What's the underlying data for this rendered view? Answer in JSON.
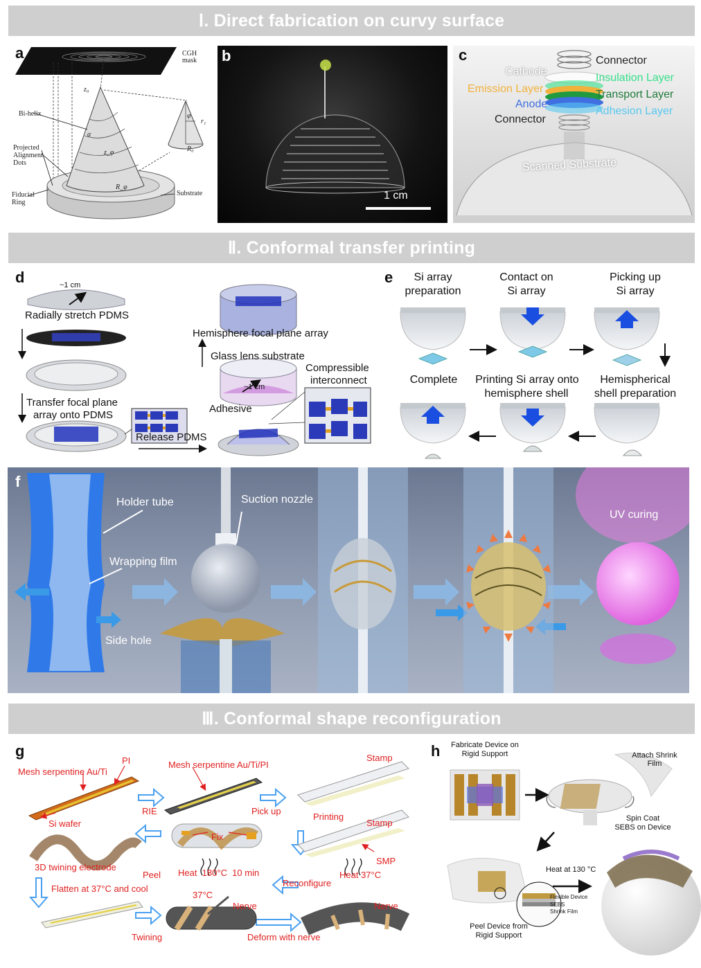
{
  "sections": {
    "s1": "Ⅰ. Direct fabrication on curvy surface",
    "s2": "Ⅱ. Conformal transfer printing",
    "s3": "Ⅲ. Conformal shape reconfiguration"
  },
  "panel_letters": {
    "a": "a",
    "b": "b",
    "c": "c",
    "d": "d",
    "e": "e",
    "f": "f",
    "g": "g",
    "h": "h"
  },
  "panel_a": {
    "cgh_mask_1": "CGH",
    "cgh_mask_2": "mask",
    "bi_helix": "Bi-helix",
    "projected_1": "Projected",
    "projected_2": "Alignment",
    "projected_3": "Dots",
    "fiducial_1": "Fiducial",
    "fiducial_2": "Ring",
    "substrate": "Substrate",
    "z0": "z₀",
    "zphi": "z_φ",
    "rphi": "R_φ",
    "alpha": "α",
    "r1": "r₁",
    "r0": "R₀",
    "phi": "φ"
  },
  "panel_b": {
    "scale": "1 cm"
  },
  "panel_c": {
    "connector_top": "Connector",
    "cathode": "Cathode",
    "insulation": "Insulation Layer",
    "emission": "Emission Layer",
    "transport": "Transport Layer",
    "anode": "Anode",
    "adhesion": "Adhesion Layer",
    "connector_bottom": "Connector",
    "scanned": "Scanned Substrate"
  },
  "panel_d": {
    "one_cm_1": "~1 cm",
    "radially": "Radially stretch PDMS",
    "transfer_1": "Transfer focal plane",
    "transfer_2": "array onto PDMS",
    "release": "Release PDMS",
    "hemisphere_fpa": "Hemisphere focal plane array",
    "glass": "Glass lens substrate",
    "one_cm_2": "~1 cm",
    "adhesive": "Adhesive",
    "compressible_1": "Compressible",
    "compressible_2": "interconnect"
  },
  "panel_e": {
    "step1_1": "Si array",
    "step1_2": "preparation",
    "step2_1": "Contact on",
    "step2_2": "Si array",
    "step3_1": "Picking up",
    "step3_2": "Si array",
    "step4_1": "Complete",
    "step5_1": "Printing Si array onto",
    "step5_2": "hemisphere shell",
    "step6_1": "Hemispherical",
    "step6_2": "shell preparation"
  },
  "panel_f": {
    "holder_tube": "Holder tube",
    "suction_nozzle": "Suction nozzle",
    "wrapping_film": "Wrapping film",
    "side_hole": "Side hole",
    "uv_curing": "UV curing"
  },
  "panel_g": {
    "pi": "PI",
    "mesh_au_ti": "Mesh serpentine Au/Ti",
    "mesh_au_ti_pi": "Mesh serpentine Au/Ti/PI",
    "stamp_1": "Stamp",
    "si_wafer": "Si wafer",
    "rie": "RIE",
    "pick_up": "Pick up",
    "printing": "Printing",
    "stamp_2": "Stamp",
    "fix": "Fix",
    "twining_3d": "3D twining electrode",
    "smp": "SMP",
    "peel": "Peel",
    "heat_180": "Heat  180°C  10 min",
    "reconfigure": "Reconfigure",
    "heat_37": "Heat 37°C",
    "flatten": "Flatten at 37°C and cool",
    "temp_37": "37°C",
    "nerve_1": "Nerve",
    "nerve_2": "Nerve",
    "twining": "Twining",
    "deform": "Deform with nerve"
  },
  "panel_h": {
    "fabricate_1": "Fabricate Device on",
    "fabricate_2": "Rigid Support",
    "attach_1": "Attach Shrink",
    "attach_2": "Film",
    "spin_1": "Spin Coat",
    "spin_2": "SEBS on Device",
    "heat_130": "Heat at 130 °C",
    "flexible": "Flexible Device",
    "sebs": "SEBS",
    "shrink": "Shrink Film",
    "peel_1": "Peel Device from",
    "peel_2": "Rigid Support"
  },
  "colors": {
    "banner": "#cfcfcf",
    "label_red": "#e02020",
    "arrow_blue": "#3a8fd8",
    "emission": "#f2b13a",
    "insulation": "#36e08a",
    "transport": "#1f7a3a",
    "anode": "#3f6fe0",
    "adhesion": "#58c8f0"
  }
}
